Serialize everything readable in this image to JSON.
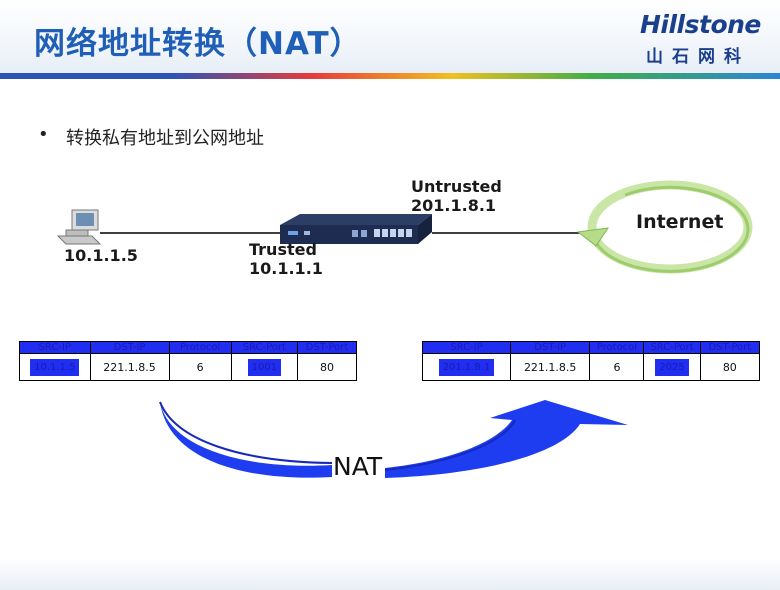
{
  "header": {
    "title": "网络地址转换（NAT）",
    "logo_en": "Hillstone",
    "logo_cn": "山石网科"
  },
  "bullet": {
    "marker": "•",
    "text": "转换私有地址到公网地址"
  },
  "network": {
    "host_ip": "10.1.1.5",
    "untrusted_label": "Untrusted",
    "untrusted_ip": "201.1.8.1",
    "trusted_label": "Trusted",
    "trusted_ip": "10.1.1.1",
    "internet_label": "Internet"
  },
  "table_before": {
    "headers": [
      "SRC-IP",
      "DST-IP",
      "Protocol",
      "SRC-Port",
      "DST-Port"
    ],
    "row": [
      "10.1.1.5",
      "221.1.8.5",
      "6",
      "1001",
      "80"
    ]
  },
  "table_after": {
    "headers": [
      "SRC-IP",
      "DST-IP",
      "Protocol",
      "SRC-Port",
      "DST-Port"
    ],
    "row": [
      "201.1.8.1",
      "221.1.8.5",
      "6",
      "2025",
      "80"
    ]
  },
  "nat_label": "NAT",
  "colors": {
    "title_blue": "#1f5fb8",
    "highlight_blue": "#1f2ef0",
    "arrow_blue": "#1f3df0"
  }
}
